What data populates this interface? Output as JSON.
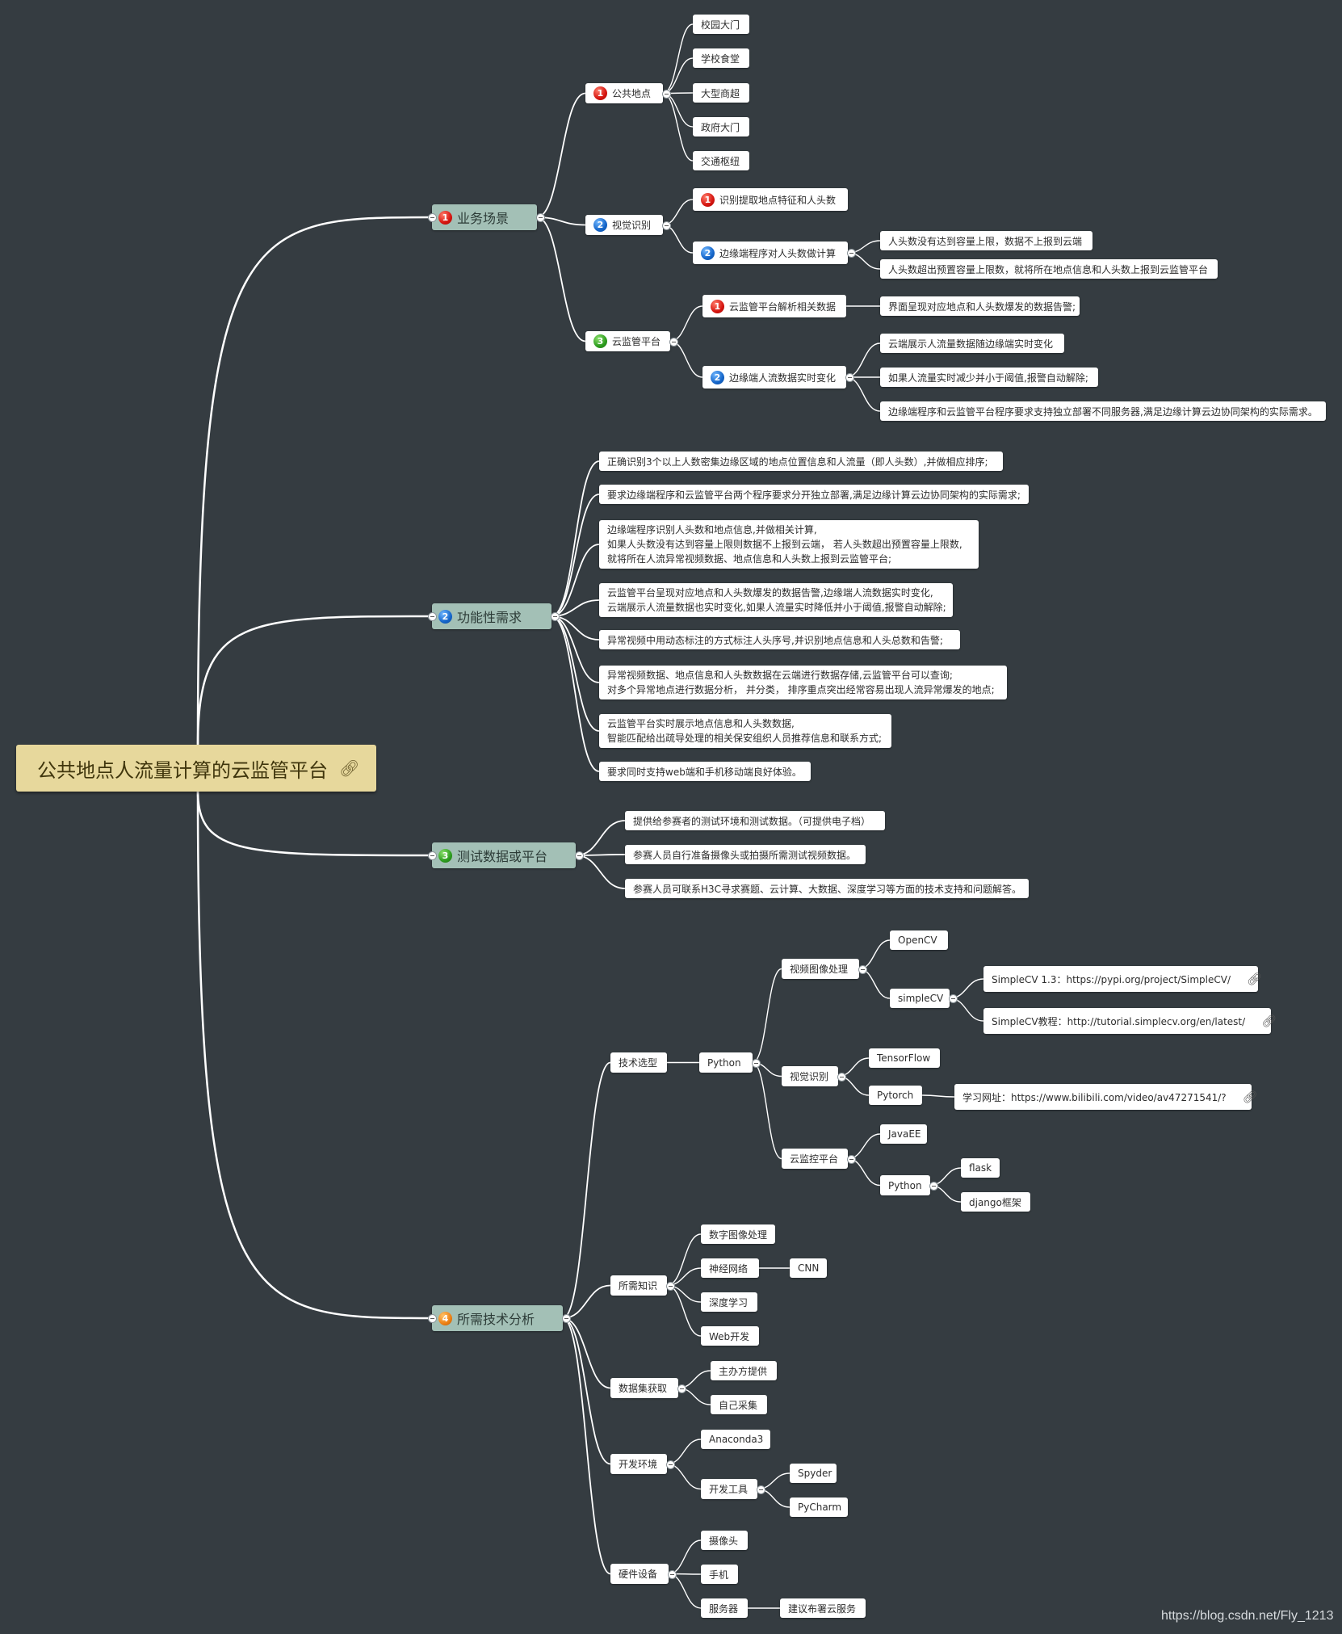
{
  "root": {
    "title": "公共地点人流量计算的云监管平台",
    "link_icon": "link-icon"
  },
  "branches": {
    "scene": {
      "badge": "1",
      "label": "业务场景",
      "public": {
        "badge": "1",
        "label": "公共地点",
        "items": [
          "校园大门",
          "学校食堂",
          "大型商超",
          "政府大门",
          "交通枢纽"
        ]
      },
      "vision": {
        "badge": "2",
        "label": "视觉识别",
        "extract": {
          "badge": "1",
          "label": "识别提取地点特征和人头数"
        },
        "edge": {
          "badge": "2",
          "label": "边缘端程序对人头数做计算",
          "items": [
            "人头数没有达到容量上限，数据不上报到云端",
            "人头数超出预置容量上限数，就将所在地点信息和人头数上报到云监管平台"
          ]
        }
      },
      "cloud": {
        "badge": "3",
        "label": "云监管平台",
        "parse": {
          "badge": "1",
          "label": "云监管平台解析相关数据",
          "item": "界面呈现对应地点和人头数爆发的数据告警;"
        },
        "realtime": {
          "badge": "2",
          "label": "边缘端人流数据实时变化",
          "items": [
            "云端展示人流量数据随边缘端实时变化",
            "如果人流量实时减少并小于阈值,报警自动解除;",
            "边缘端程序和云监管平台程序要求支持独立部署不同服务器,满足边缘计算云边协同架构的实际需求。"
          ]
        }
      }
    },
    "func": {
      "badge": "2",
      "label": "功能性需求",
      "items": [
        [
          "正确识别3个以上人数密集边缘区域的地点位置信息和人流量（即人头数）,并做相应排序;"
        ],
        [
          "要求边缘端程序和云监管平台两个程序要求分开独立部署,满足边缘计算云边协同架构的实际需求;"
        ],
        [
          "边缘端程序识别人头数和地点信息,并做相关计算,",
          "如果人头数没有达到容量上限则数据不上报到云端， 若人头数超出预置容量上限数,",
          "就将所在人流异常视频数据、地点信息和人头数上报到云监管平台;"
        ],
        [
          "云监管平台呈现对应地点和人头数爆发的数据告警,边缘端人流数据实时变化,",
          "云端展示人流量数据也实时变化,如果人流量实时降低并小于阈值,报警自动解除;"
        ],
        [
          "异常视频中用动态标注的方式标注人头序号,并识别地点信息和人头总数和告警;"
        ],
        [
          "异常视频数据、地点信息和人头数数据在云端进行数据存储,云监管平台可以查询;",
          "对多个异常地点进行数据分析， 并分类， 排序重点突出经常容易出现人流异常爆发的地点;"
        ],
        [
          "云监管平台实时展示地点信息和人头数数据,",
          "智能匹配给出疏导处理的相关保安组织人员推荐信息和联系方式;"
        ],
        [
          "要求同时支持web端和手机移动端良好体验。"
        ]
      ]
    },
    "test": {
      "badge": "3",
      "label": "测试数据或平台",
      "items": [
        "提供给参赛者的测试环境和测试数据。（可提供电子档）",
        "参赛人员自行准备摄像头或拍摄所需测试视频数据。",
        "参赛人员可联系H3C寻求赛题、云计算、大数据、深度学习等方面的技术支持和问题解答。"
      ]
    },
    "tech": {
      "badge": "4",
      "label": "所需技术分析",
      "select": {
        "label": "技术选型",
        "python": "Python",
        "video": {
          "label": "视频图像处理",
          "opencv": "OpenCV",
          "simplecv": "simpleCV",
          "links": [
            "SimpleCV 1.3：https://pypi.org/project/SimpleCV/",
            "SimpleCV教程：http://tutorial.simplecv.org/en/latest/"
          ]
        },
        "vis": {
          "label": "视觉识别",
          "tensorflow": "TensorFlow",
          "pytorch": "Pytorch",
          "link": "学习网址：https://www.bilibili.com/video/av47271541/?"
        },
        "cloudctl": {
          "label": "云监控平台",
          "javaee": "JavaEE",
          "python": "Python",
          "flask": "flask",
          "django": "django框架"
        }
      },
      "knowledge": {
        "label": "所需知识",
        "items": [
          "数字图像处理",
          "神经网络",
          "深度学习",
          "Web开发"
        ],
        "cnn": "CNN"
      },
      "dataset": {
        "label": "数据集获取",
        "items": [
          "主办方提供",
          "自己采集"
        ]
      },
      "devenv": {
        "label": "开发环境",
        "anaconda": "Anaconda3",
        "tools": "开发工具",
        "tool_items": [
          "Spyder",
          "PyCharm"
        ]
      },
      "hardware": {
        "label": "硬件设备",
        "items": [
          "摄像头",
          "手机",
          "服务器"
        ],
        "cloud_service": "建议布署云服务"
      }
    }
  },
  "watermark": "https://blog.csdn.net/Fly_1213",
  "colors": {
    "background": "#353c41",
    "root": "#e7d89c",
    "branch": "#a3c0b6",
    "leaf": "#ffffff",
    "edge": "#ffffff"
  }
}
